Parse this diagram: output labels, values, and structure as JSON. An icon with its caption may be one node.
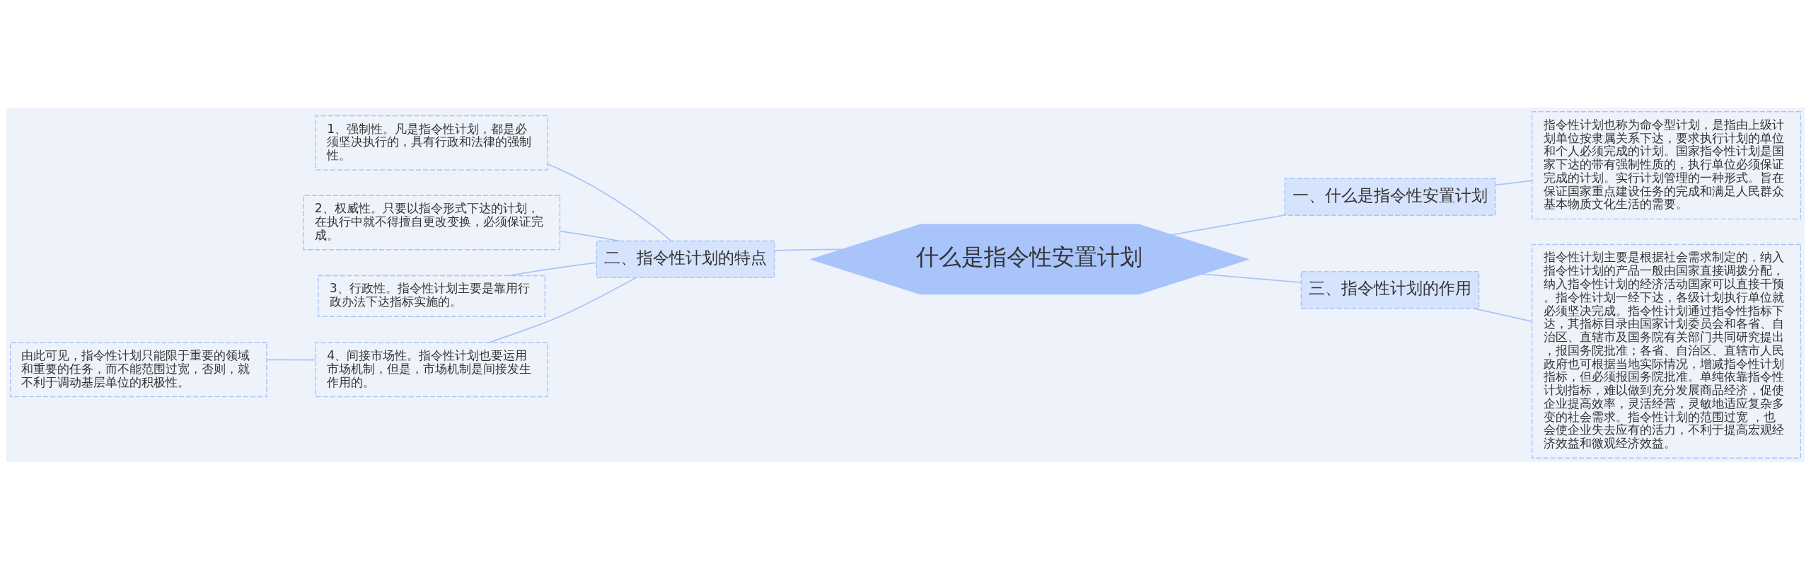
{
  "diagram": {
    "nodes": [
      {
        "text": [
          "什么是指令性安置计划"
        ]
      },
      {
        "text": [
          "一、什么是指令性安置计划"
        ]
      },
      {
        "text": [
          "指令性计划也称为命令型计划，是指由上级计划单位按隶属关系下达，要求执行计划的单位和个人必须完成的计划。国家指令性计划是国家下达的带有强制性质的，执行单位必须保证完成的计划。实行计划管理的一种形式。旨在保证国家重点建设任务的完成和满足人民群众基本物质文化生活的需要。"
        ]
      },
      {
        "text": [
          "二、指令性计划的特点"
        ]
      },
      {
        "text": [
          "1、强制性。凡是指令性计划，都是必须坚决执行的，具有行政和法律的强制性。"
        ]
      },
      {
        "text": [
          "2、权威性。只要以指令形式下达的计划，在执行中就不得擅自更改变换，必须保证完成。"
        ]
      },
      {
        "text": [
          "3、行政性。指令性计划主要是靠用行政办法下达指标实施的。"
        ]
      },
      {
        "text": [
          "4、间接市场性。指令性计划也要运用市场机制，但是，市场机制是间接发生作用的。"
        ]
      },
      {
        "text": [
          "由此可见，指令性计划只能限于重要的领域和重要的任务，而不能范围过宽，否则，就不利于调动基层单位的积极性。"
        ]
      },
      {
        "text": [
          "三、指令性计划的作用"
        ]
      },
      {
        "text": [
          "指令性计划主要是根据社会需求制定的，纳入指令性计划的产品一般由国家直接调拨分配，纳入指令性计划的经济活动国家可以直接干预。指令性计划一经下达，各级计划执行单位就必须坚决完成。指令性计划通过指令性指标下达，其指标目录由国家计划委员会和各省、自治区、直辖市及国务院有关部门共同研究提出，报国务院批准；各省、自治区、直辖市人民政府也可根据当地实际情况，增减指令性计划指标，但必须报国务院批准。单纯依靠指令性计划指标，难以做到充分发展商品经济，促使企业提高效率，灵活经营，灵敏地适应复杂多变的社会需求。指令性计划的范围过宽 ，也会使企业失去应有的活力，不利于提高宏观经济效益和微观经济效益。"
        ]
      }
    ],
    "edges": [
      {
        "from": 0,
        "to": 1,
        "arrow": "none"
      },
      {
        "from": 1,
        "to": 2,
        "arrow": "none"
      },
      {
        "from": 0,
        "to": 3,
        "arrow": "none"
      },
      {
        "from": 3,
        "to": 4,
        "arrow": "none"
      },
      {
        "from": 3,
        "to": 5,
        "arrow": "none"
      },
      {
        "from": 3,
        "to": 6,
        "arrow": "none"
      },
      {
        "from": 3,
        "to": 7,
        "arrow": "none"
      },
      {
        "from": 7,
        "to": 8,
        "arrow": "none"
      },
      {
        "from": 0,
        "to": 9,
        "arrow": "none"
      },
      {
        "from": 9,
        "to": 10,
        "arrow": "none"
      }
    ]
  }
}
